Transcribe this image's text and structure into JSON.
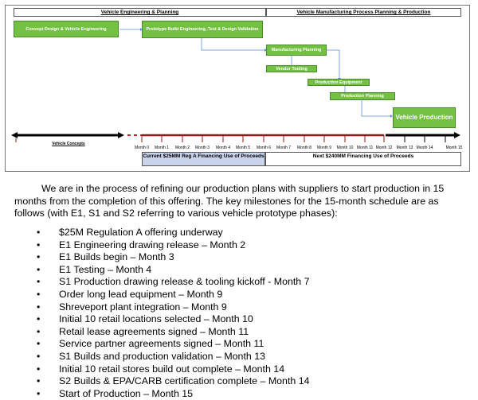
{
  "chart": {
    "phase_headers": {
      "engineering": "Vehicle Engineering & Planning",
      "manufacturing": "Vehicle Manufacturing Process Planning & Production"
    },
    "tasks": [
      {
        "id": "concept",
        "label": "Concept Design & Vehicle Engineering"
      },
      {
        "id": "prototype",
        "label": "Prototype Build Engineering, Test & Design Validation"
      },
      {
        "id": "mfg_planning",
        "label": "Manufacturing Planning"
      },
      {
        "id": "vendor_tooling",
        "label": "Vendor Tooling"
      },
      {
        "id": "prod_equipment",
        "label": "Production Equipment"
      },
      {
        "id": "prod_planning",
        "label": "Production Planning"
      },
      {
        "id": "vehicle_production",
        "label": "Vehicle Production"
      }
    ],
    "timeline_left_label": "Vehicle Concepts",
    "months": [
      "Month 0",
      "Month 1",
      "Month 2",
      "Month 3",
      "Month 4",
      "Month 5",
      "Month 6",
      "Month 7",
      "Month 8",
      "Month 9",
      "Month 10",
      "Month 11",
      "Month 12",
      "Month 13",
      "Month 14",
      "Month 15"
    ],
    "financing": {
      "current": "Current $25MM Reg A Financing Use of Proceeds",
      "next": "Next $240MM Financing Use of Proceeds"
    },
    "colors": {
      "task_green": "#74c043",
      "timeline_red": "#8b1a1a",
      "financing_blue": "#c9d3ea",
      "connector_blue": "#5a8fd6"
    }
  },
  "paragraph": "We are in the process of refining our production plans with suppliers to start production in 15 months from the completion of this offering. The key milestones for the 15-month schedule are as follows (with E1, S1 and S2 referring to various vehicle prototype phases):",
  "milestones": [
    "$25M Regulation A offering underway",
    "E1 Engineering drawing release – Month 2",
    "E1 Builds begin – Month 3",
    "E1 Testing  – Month 4",
    "S1 Production drawing release & tooling kickoff  - Month 7",
    "Order long lead equipment  – Month 9",
    "Shreveport plant integration – Month 9",
    "Initial 10 retail locations selected – Month 10",
    "Retail lease agreements signed – Month 11",
    "Service partner agreements signed – Month 11",
    "S1 Builds and production validation – Month 13",
    "Initial 10 retail stores build out complete – Month 14",
    "S2 Builds & EPA/CARB certification complete – Month 14",
    "Start of Production – Month 15"
  ]
}
